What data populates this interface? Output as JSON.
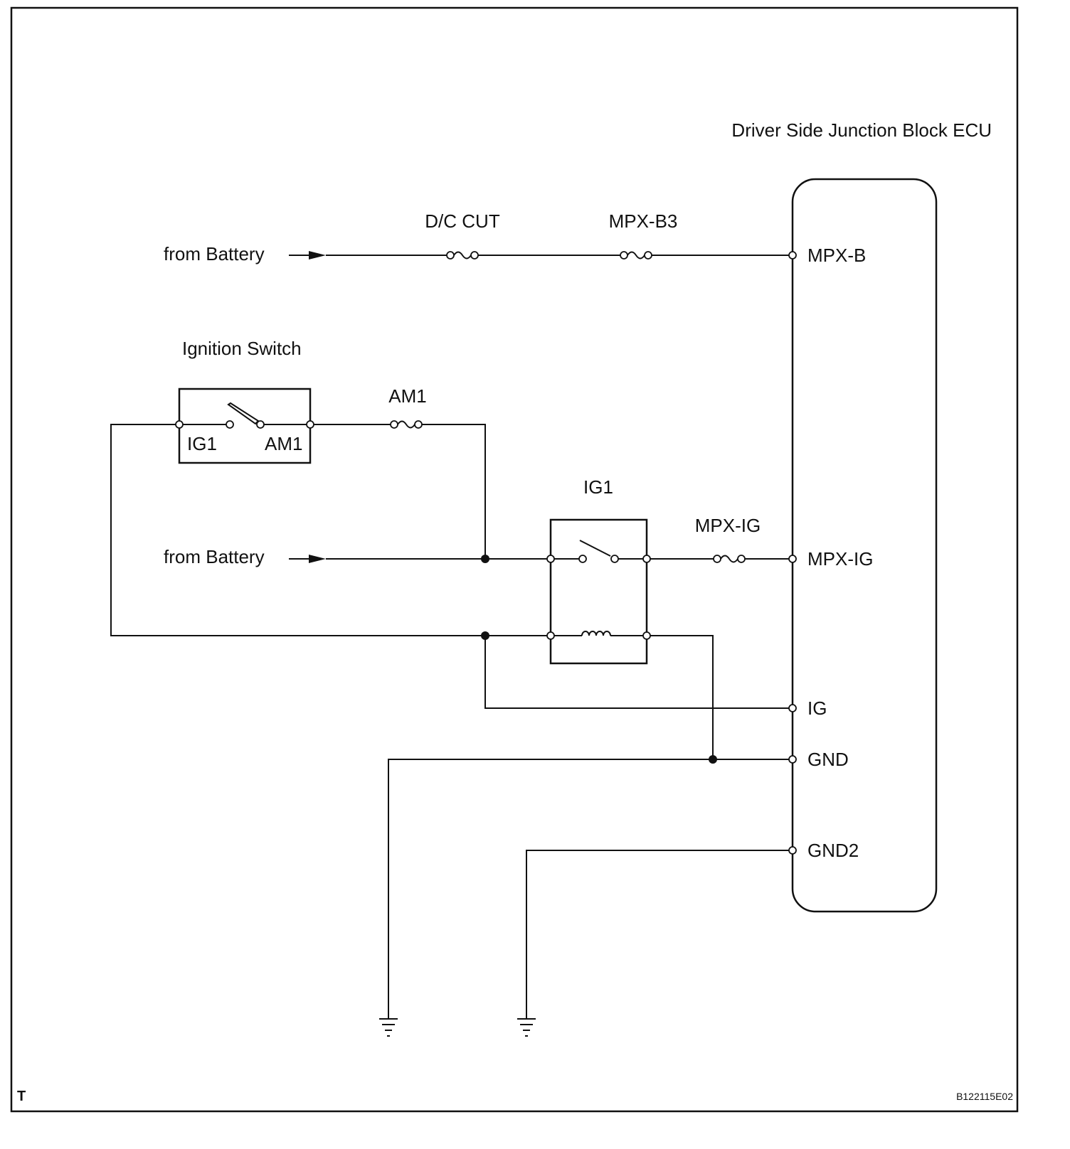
{
  "title": "Driver Side Junction Block ECU",
  "sources": {
    "top": "from Battery",
    "middle": "from Battery"
  },
  "fuses": {
    "dc_cut": "D/C CUT",
    "mpx_b3": "MPX-B3",
    "am1": "AM1",
    "mpx_ig": "MPX-IG"
  },
  "ignition_switch": {
    "title": "Ignition Switch",
    "left_terminal": "IG1",
    "right_terminal": "AM1"
  },
  "relay": {
    "label": "IG1"
  },
  "ecu_terminals": {
    "mpx_b": "MPX-B",
    "mpx_ig": "MPX-IG",
    "ig": "IG",
    "gnd": "GND",
    "gnd2": "GND2"
  },
  "footer": {
    "corner_mark": "T",
    "figure_code": "B122115E02"
  }
}
